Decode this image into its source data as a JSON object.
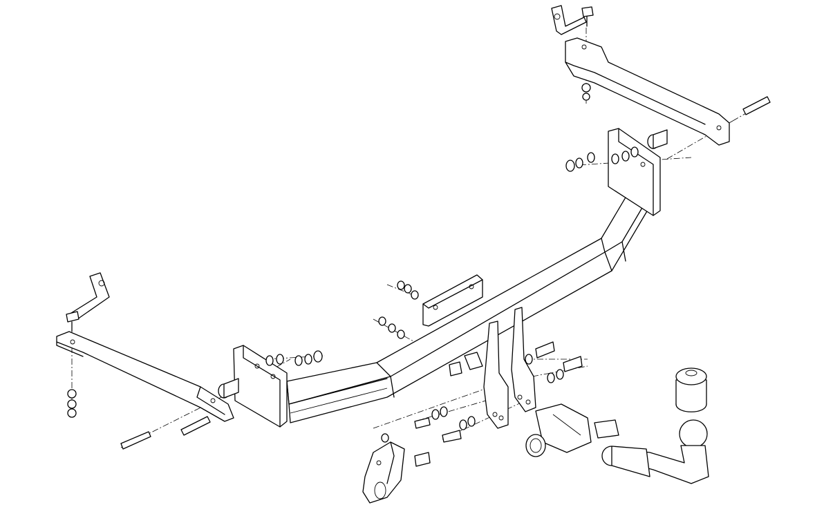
{
  "diagram": {
    "kind": "exploded-assembly",
    "line_color": "#000000",
    "background": "#ffffff",
    "components": [
      "main-crossbar",
      "left-side-bracket",
      "right-side-bracket",
      "left-end-mount-plate",
      "right-end-mount-plate",
      "center-mount-plate",
      "tow-ball-socket-plates",
      "electrical-socket-bracket",
      "wiring-socket-lock",
      "removable-tow-ball-neck",
      "tow-ball-cover-cap",
      "bolts",
      "nuts",
      "washers"
    ]
  }
}
